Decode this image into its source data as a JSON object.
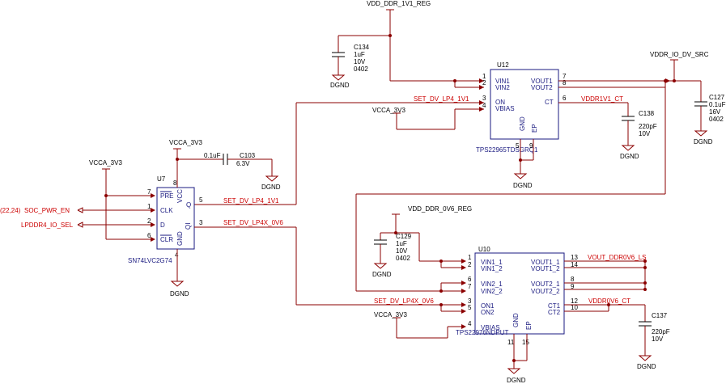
{
  "power": {
    "vdd_ddr_1v1_reg": "VDD_DDR_1V1_REG",
    "vddr_io_dv_src": "VDDR_IO_DV_SRC",
    "vdd_ddr_0v6_reg": "VDD_DDR_0V6_REG",
    "vcca_3v3": "VCCA_3V3",
    "dgnd": "DGND"
  },
  "nets": {
    "set_dv_lp4_1v1": "SET_DV_LP4_1V1",
    "set_dv_lp4x_0v6": "SET_DV_LP4X_0V6",
    "vddr1v1_ct": "VDDR1V1_CT",
    "vout_ddr0v6_ls": "VOUT_DDR0V6_LS",
    "vddr0v6_ct": "VDDR0V6_CT",
    "soc_pwr_en": "SOC_PWR_EN",
    "soc_pwr_en_ref": "(22,24)",
    "lpddr4_io_sel": "LPDDR4_IO_SEL"
  },
  "caps": {
    "c134": {
      "ref": "C134",
      "value": "1uF",
      "voltage": "10V",
      "size": "0402"
    },
    "c127": {
      "ref": "C127",
      "value": "0.1uF",
      "voltage": "16V",
      "size": "0402"
    },
    "c138": {
      "ref": "C138",
      "value": "220pF",
      "voltage": "10V"
    },
    "c103": {
      "ref": "C103",
      "value": "0.1uF",
      "voltage": "6.3V"
    },
    "c129": {
      "ref": "C129",
      "value": "1uF",
      "voltage": "10V",
      "size": "0402"
    },
    "c137": {
      "ref": "C137",
      "value": "220pF",
      "voltage": "10V"
    }
  },
  "u12": {
    "ref": "U12",
    "part": "TPS22965TDSGRQ1",
    "pins": {
      "vin1": "VIN1",
      "vin2": "VIN2",
      "on": "ON",
      "vbias": "VBIAS",
      "vout1": "VOUT1",
      "vout2": "VOUT2",
      "ct": "CT",
      "gnd": "GND",
      "ep": "EP"
    },
    "nums": {
      "p1": "1",
      "p2": "2",
      "p3": "3",
      "p4": "4",
      "p7": "7",
      "p8": "8",
      "p6": "6",
      "p5": "5",
      "p9": "9"
    }
  },
  "u7": {
    "ref": "U7",
    "part": "SN74LVC2G74",
    "pins": {
      "pre": "PRE",
      "clk": "CLK",
      "d": "D",
      "clr": "CLR",
      "vcc": "VCC",
      "q": "Q",
      "qi": "QI",
      "gnd": "GND"
    },
    "nums": {
      "p7": "7",
      "p1": "1",
      "p2": "2",
      "p6": "6",
      "p8": "8",
      "p5": "5",
      "p3": "3",
      "p4": "4"
    }
  },
  "u10": {
    "ref": "U10",
    "part": "TPS22976NDPUT",
    "pins": {
      "vin1_1": "VIN1_1",
      "vin1_2": "VIN1_2",
      "vin2_1": "VIN2_1",
      "vin2_2": "VIN2_2",
      "on1": "ON1",
      "on2": "ON2",
      "vbias": "VBIAS",
      "vout1_1": "VOUT1_1",
      "vout1_2": "VOUT1_2",
      "vout2_1": "VOUT2_1",
      "vout2_2": "VOUT2_2",
      "ct1": "CT1",
      "ct2": "CT2",
      "gnd": "GND",
      "ep": "EP"
    },
    "nums": {
      "p1": "1",
      "p2": "2",
      "p6": "6",
      "p7": "7",
      "p3": "3",
      "p5": "5",
      "p4": "4",
      "p13": "13",
      "p14": "14",
      "p8": "8",
      "p9": "9",
      "p12": "12",
      "p10": "10",
      "p11": "11",
      "p15": "15"
    }
  }
}
